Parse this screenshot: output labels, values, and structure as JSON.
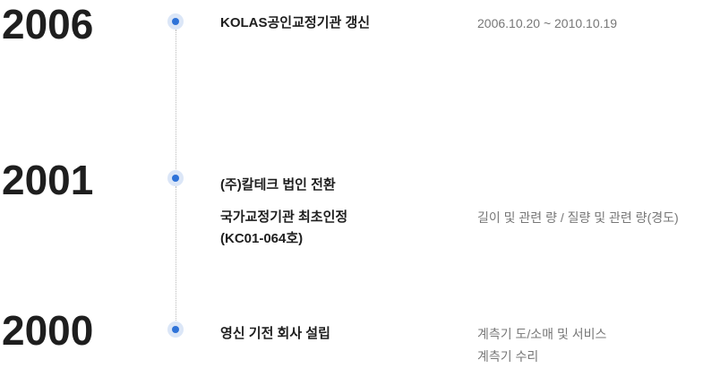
{
  "timeline": [
    {
      "year": "2006",
      "entries": [
        {
          "title": "KOLAS공인교정기관 갱신",
          "desc": "2006.10.20 ~ 2010.10.19"
        }
      ]
    },
    {
      "year": "2001",
      "entries": [
        {
          "title": "(주)칼테크 법인 전환"
        },
        {
          "title_line1": "국가교정기관 최초인정",
          "title_line2": "(KC01-064호)",
          "desc": "길이 및 관련 량 / 질량 및 관련 량(경도)"
        }
      ]
    },
    {
      "year": "2000",
      "entries": [
        {
          "title": "영신 기전 회사 설립",
          "desc_line1": "계측기 도/소매 및 서비스",
          "desc_line2": "계측기 수리"
        }
      ]
    }
  ],
  "colors": {
    "accent": "#2f73d8",
    "accent_halo": "#dbe6f7"
  }
}
